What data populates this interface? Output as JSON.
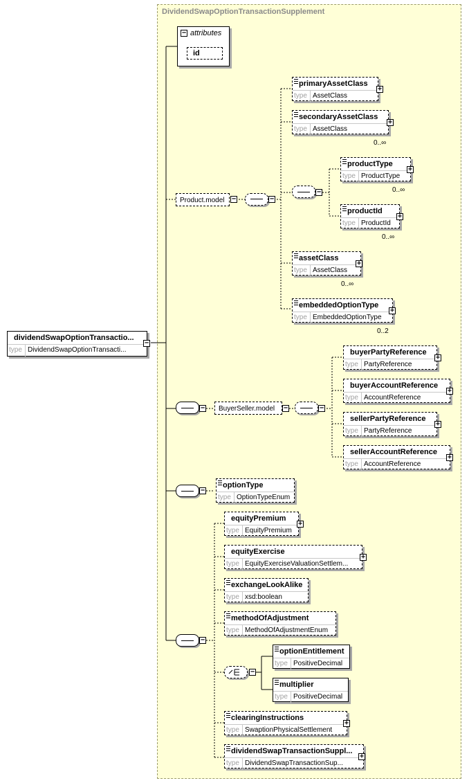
{
  "title": "DividendSwapOptionTransactionSupplement",
  "attributes": {
    "label": "attributes",
    "id": "id"
  },
  "root": {
    "name": "dividendSwapOptionTransactio...",
    "type_label": "type",
    "type": "DividendSwapOptionTransacti..."
  },
  "groups": {
    "product_model": "Product.model",
    "buyer_seller_model": "BuyerSeller.model"
  },
  "elements": [
    {
      "name": "primaryAssetClass",
      "type": "AssetClass"
    },
    {
      "name": "secondaryAssetClass",
      "type": "AssetClass",
      "mult": "0..∞"
    },
    {
      "name": "productType",
      "type": "ProductType",
      "mult": "0..∞"
    },
    {
      "name": "productId",
      "type": "ProductId",
      "mult": "0..∞"
    },
    {
      "name": "assetClass",
      "type": "AssetClass",
      "mult": "0..∞"
    },
    {
      "name": "embeddedOptionType",
      "type": "EmbeddedOptionType",
      "mult": "0..2"
    },
    {
      "name": "buyerPartyReference",
      "type": "PartyReference"
    },
    {
      "name": "buyerAccountReference",
      "type": "AccountReference"
    },
    {
      "name": "sellerPartyReference",
      "type": "PartyReference"
    },
    {
      "name": "sellerAccountReference",
      "type": "AccountReference"
    },
    {
      "name": "optionType",
      "type": "OptionTypeEnum"
    },
    {
      "name": "equityPremium",
      "type": "EquityPremium"
    },
    {
      "name": "equityExercise",
      "type": "EquityExerciseValuationSettlem..."
    },
    {
      "name": "exchangeLookAlike",
      "type": "xsd:boolean"
    },
    {
      "name": "methodOfAdjustment",
      "type": "MethodOfAdjustmentEnum"
    },
    {
      "name": "optionEntitlement",
      "type": "PositiveDecimal"
    },
    {
      "name": "multiplier",
      "type": "PositiveDecimal"
    },
    {
      "name": "clearingInstructions",
      "type": "SwaptionPhysicalSettlement"
    },
    {
      "name": "dividendSwapTransactionSuppl...",
      "type": "DividendSwapTransactionSup..."
    }
  ],
  "type_label": "type"
}
